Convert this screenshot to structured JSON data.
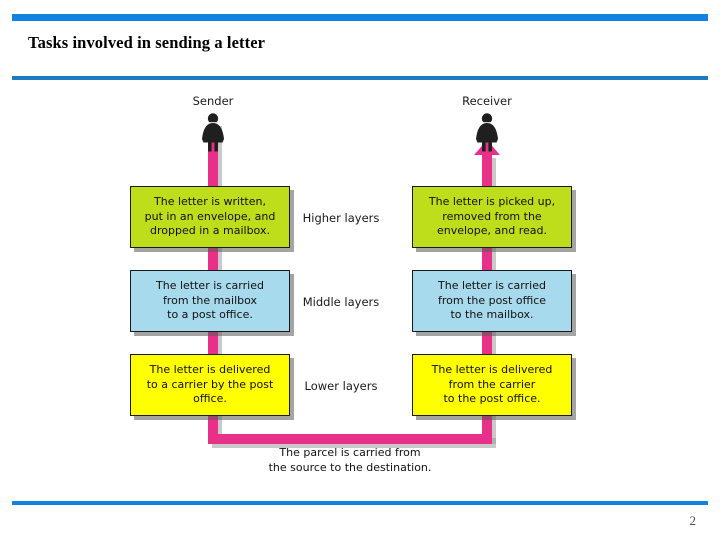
{
  "slide": {
    "title": "Tasks involved in sending a letter",
    "page_number": "2",
    "accent_color": "#1281e0",
    "rule_color_secondary": "#1b7cc2"
  },
  "diagram": {
    "connector_color": "#e8308a",
    "endpoints": [
      {
        "name": "sender",
        "label": "Sender",
        "icon": "person-icon"
      },
      {
        "name": "receiver",
        "label": "Receiver",
        "icon": "person-icon"
      }
    ],
    "layer_names": [
      {
        "label": "Higher layers"
      },
      {
        "label": "Middle layers"
      },
      {
        "label": "Lower layers"
      }
    ],
    "left_column": [
      {
        "layer": "higher",
        "color": "#bede1b",
        "lines": [
          "The letter is written,",
          "put in an envelope, and",
          "dropped in a mailbox."
        ]
      },
      {
        "layer": "middle",
        "color": "#a7daec",
        "lines": [
          "The letter is carried",
          "from the mailbox",
          "to a post office."
        ]
      },
      {
        "layer": "lower",
        "color": "#ffff00",
        "lines": [
          "The letter is delivered",
          "to a carrier by the post",
          "office."
        ]
      }
    ],
    "right_column": [
      {
        "layer": "higher",
        "color": "#bede1b",
        "lines": [
          "The letter is picked up,",
          "removed from the",
          "envelope, and read."
        ]
      },
      {
        "layer": "middle",
        "color": "#a7daec",
        "lines": [
          "The letter is carried",
          "from the post office",
          "to the mailbox."
        ]
      },
      {
        "layer": "lower",
        "color": "#ffff00",
        "lines": [
          "The letter is delivered",
          "from the carrier",
          "to the post office."
        ]
      }
    ],
    "bottom_caption": {
      "lines": [
        "The parcel is carried from",
        "the source to the destination."
      ]
    }
  }
}
